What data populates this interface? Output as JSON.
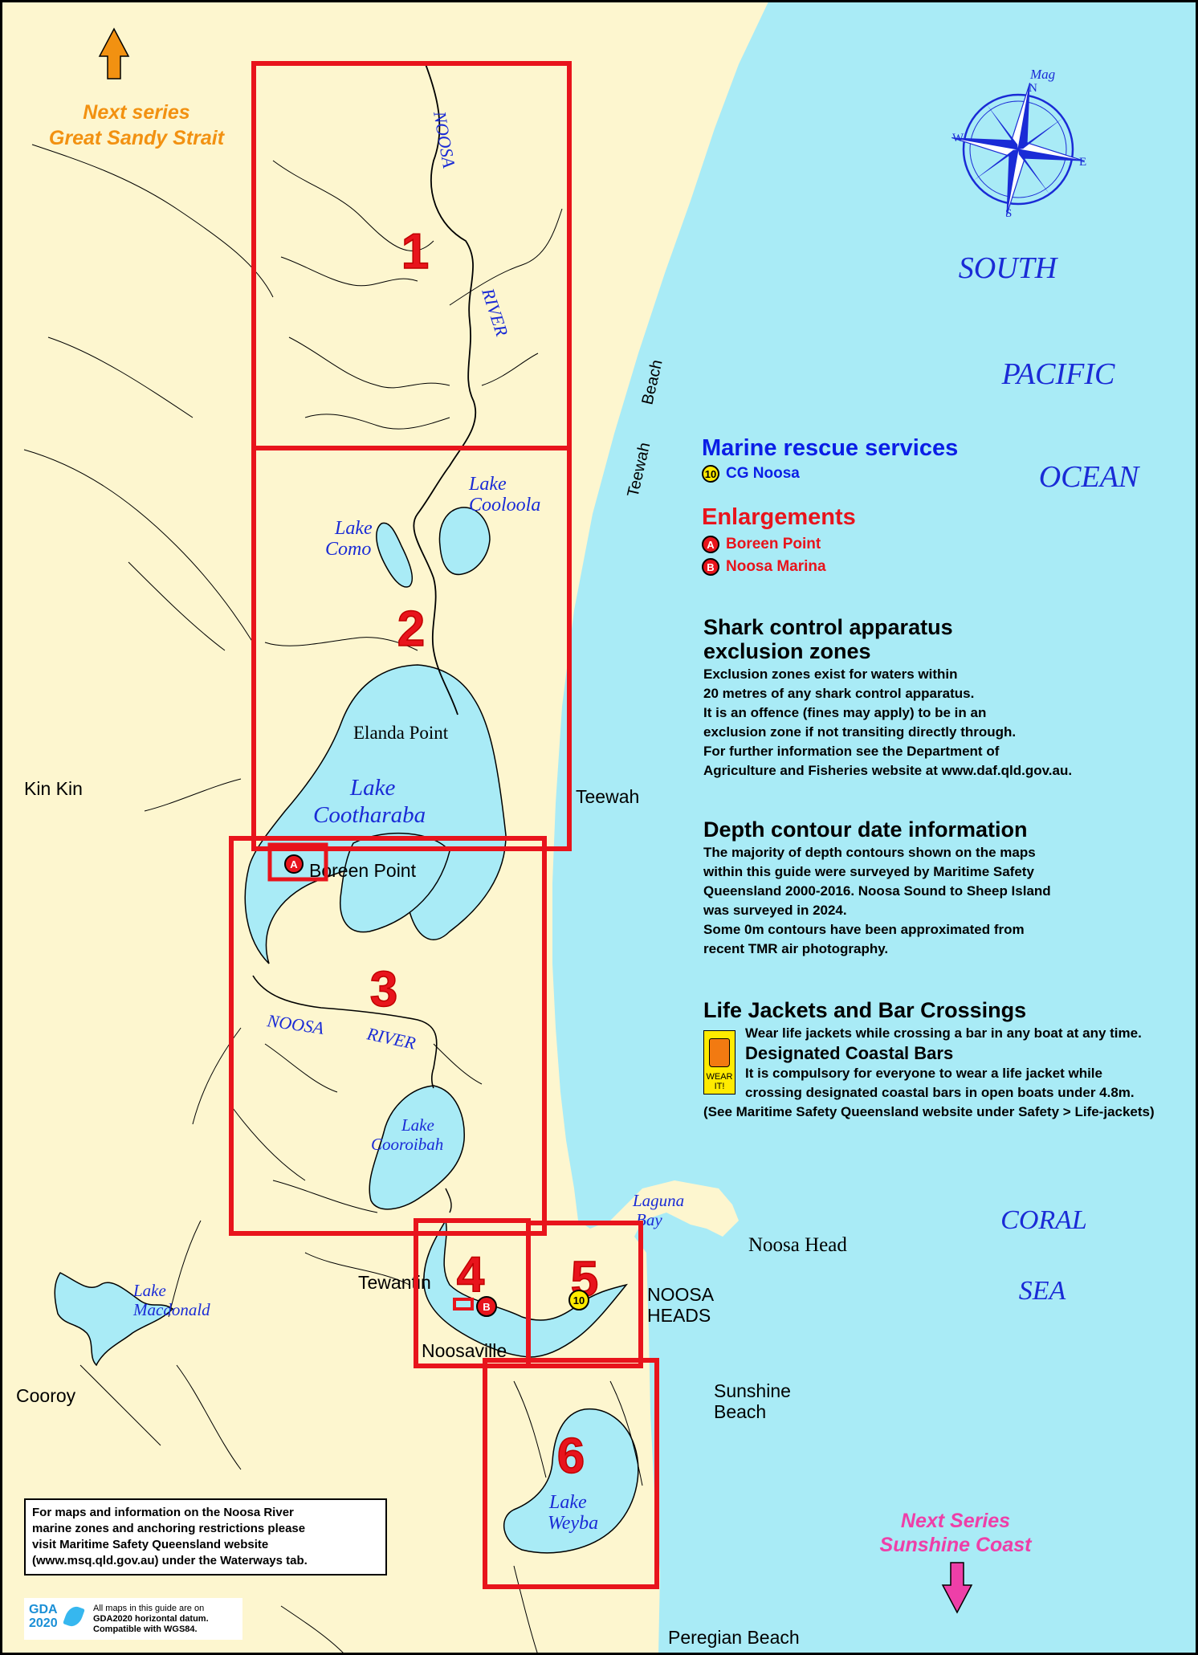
{
  "map": {
    "colors": {
      "land": "#fdf6cf",
      "water": "#a9ebf6",
      "grid": "#e8141c",
      "river_line": "#000000"
    },
    "orientation": "north-up",
    "compass": {
      "mag_label": "Mag",
      "n": "N",
      "e": "E",
      "s": "S",
      "w": "W"
    },
    "series_north": {
      "line1": "Next series",
      "line2": "Great Sandy Strait",
      "color": "#f29111"
    },
    "series_south": {
      "line1": "Next Series",
      "line2": "Sunshine Coast",
      "color": "#ee3fa8"
    },
    "ocean_labels": [
      "SOUTH",
      "PACIFIC",
      "OCEAN",
      "CORAL",
      "SEA"
    ],
    "water_labels": {
      "noosa_upper": "NOOSA",
      "river_upper": "RIVER",
      "lake_cooloola_1": "Lake",
      "lake_cooloola_2": "Cooloola",
      "lake_como_1": "Lake",
      "lake_como_2": "Como",
      "lake_cootharaba_1": "Lake",
      "lake_cootharaba_2": "Cootharaba",
      "noosa_lower": "NOOSA",
      "river_lower": "RIVER",
      "lake_cooroibah_1": "Lake",
      "lake_cooroibah_2": "Cooroibah",
      "lake_macdonald_1": "Lake",
      "lake_macdonald_2": "Macdonald",
      "lake_weyba_1": "Lake",
      "lake_weyba_2": "Weyba",
      "laguna_bay_1": "Laguna",
      "laguna_bay_2": "Bay"
    },
    "places": {
      "teewah_beach_1": "Teewah",
      "teewah_beach_2": "Beach",
      "elanda_point": "Elanda Point",
      "kin_kin": "Kin Kin",
      "teewah": "Teewah",
      "boreen_point": "Boreen Point",
      "tewantin": "Tewantin",
      "noosaville": "Noosaville",
      "noosa_heads_1": "NOOSA",
      "noosa_heads_2": "HEADS",
      "noosa_head": "Noosa Head",
      "sunshine_beach_1": "Sunshine",
      "sunshine_beach_2": "Beach",
      "cooroy": "Cooroy",
      "peregian_beach": "Peregian Beach"
    },
    "grid_labels": [
      "1",
      "2",
      "3",
      "4",
      "5",
      "6"
    ],
    "markers": {
      "rescue": "10",
      "enl_a": "A",
      "enl_b": "B"
    }
  },
  "legend": {
    "marine_rescue": {
      "title": "Marine rescue services",
      "badge": "10",
      "label": "CG Noosa"
    },
    "enlargements": {
      "title": "Enlargements",
      "items": [
        {
          "badge": "A",
          "label": "Boreen Point"
        },
        {
          "badge": "B",
          "label": "Noosa Marina"
        }
      ]
    },
    "shark": {
      "title_1": "Shark control apparatus",
      "title_2": "exclusion zones",
      "lines": [
        "Exclusion zones exist for waters within",
        "20 metres of any shark control apparatus.",
        "It is an offence (fines may apply) to be in an",
        "exclusion zone if not transiting directly through.",
        "For further information see the Department of",
        "Agriculture and Fisheries website at www.daf.qld.gov.au."
      ]
    },
    "depth": {
      "title": "Depth contour date information",
      "lines": [
        "The majority of depth contours shown on the maps",
        "within this guide were surveyed by Maritime Safety",
        "Queensland 2000-2016. Noosa Sound to Sheep Island",
        "was surveyed in 2024.",
        "Some 0m contours have been approximated from",
        "recent TMR air photography."
      ]
    },
    "lifejackets": {
      "title": "Life Jackets and Bar Crossings",
      "line1": "Wear life jackets while crossing a bar in any boat at any time.",
      "subtitle": "Designated Coastal Bars",
      "line2": "It is compulsory for everyone to wear a life jacket while",
      "line3": "crossing designated coastal bars in open boats under 4.8m.",
      "line4": "(See Maritime Safety Queensland website under Safety > Life-jackets)",
      "icon_text_1": "WEAR",
      "icon_text_2": "IT!"
    }
  },
  "info_box": {
    "lines": [
      "For maps and information on the Noosa River",
      "marine zones and anchoring restrictions please",
      "visit Maritime Safety Queensland website",
      "(www.msq.qld.gov.au) under the Waterways tab."
    ]
  },
  "gda": {
    "logo_1": "GDA",
    "logo_2": "2020",
    "lines": [
      "All maps in this guide are on",
      "GDA2020 horizontal datum.",
      "Compatible with WGS84."
    ]
  }
}
